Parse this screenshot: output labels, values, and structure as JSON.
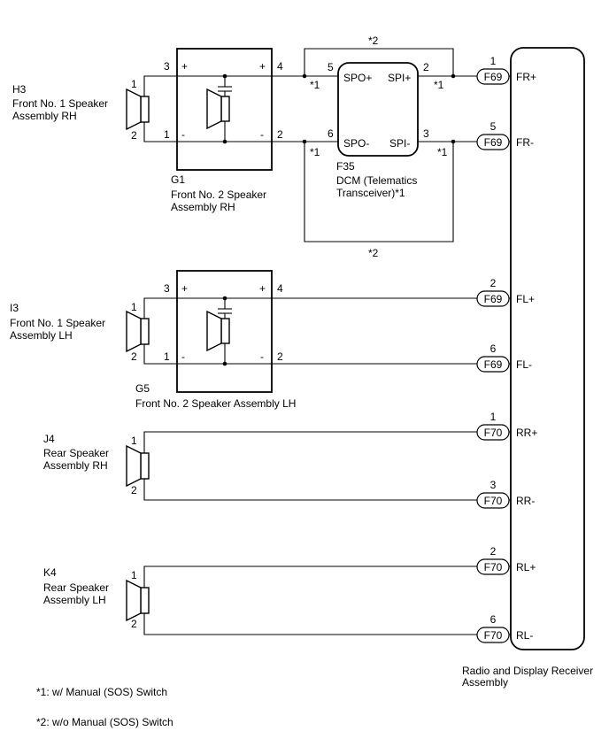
{
  "components": {
    "h3": {
      "code": "H3",
      "name_line1": "Front No. 1 Speaker",
      "name_line2": "Assembly RH",
      "pin_pos": "1",
      "pin_neg": "2"
    },
    "g1": {
      "code": "G1",
      "name_line1": "Front No. 2 Speaker",
      "name_line2": "Assembly RH",
      "pin_in_pos": "3",
      "pin_in_neg": "1",
      "pin_out_pos": "4",
      "pin_out_neg": "2",
      "sign_pos": "+",
      "sign_neg": "-"
    },
    "f35": {
      "code": "F35",
      "name_line1": "DCM (Telematics",
      "name_line2": "Transceiver)*1",
      "spo_pos": "SPO+",
      "spi_pos": "SPI+",
      "spo_neg": "SPO-",
      "spi_neg": "SPI-",
      "pin_spo_pos": "5",
      "pin_spi_pos": "2",
      "pin_spo_neg": "6",
      "pin_spi_neg": "3"
    },
    "i3": {
      "code": "I3",
      "name_line1": "Front No. 1 Speaker",
      "name_line2": "Assembly LH",
      "pin_pos": "1",
      "pin_neg": "2"
    },
    "g5": {
      "code": "G5",
      "name_line1": "Front No. 2 Speaker Assembly LH",
      "pin_in_pos": "3",
      "pin_in_neg": "1",
      "pin_out_pos": "4",
      "pin_out_neg": "2",
      "sign_pos": "+",
      "sign_neg": "-"
    },
    "j4": {
      "code": "J4",
      "name_line1": "Rear Speaker",
      "name_line2": "Assembly RH",
      "pin_pos": "1",
      "pin_neg": "2"
    },
    "k4": {
      "code": "K4",
      "name_line1": "Rear Speaker",
      "name_line2": "Assembly LH",
      "pin_pos": "1",
      "pin_neg": "2"
    },
    "receiver": {
      "name_line1": "Radio and Display Receiver",
      "name_line2": "Assembly"
    }
  },
  "receiver_pins": [
    {
      "connector": "F69",
      "pin": "1",
      "signal": "FR+"
    },
    {
      "connector": "F69",
      "pin": "5",
      "signal": "FR-"
    },
    {
      "connector": "F69",
      "pin": "2",
      "signal": "FL+"
    },
    {
      "connector": "F69",
      "pin": "6",
      "signal": "FL-"
    },
    {
      "connector": "F70",
      "pin": "1",
      "signal": "RR+"
    },
    {
      "connector": "F70",
      "pin": "3",
      "signal": "RR-"
    },
    {
      "connector": "F70",
      "pin": "2",
      "signal": "RL+"
    },
    {
      "connector": "F70",
      "pin": "6",
      "signal": "RL-"
    }
  ],
  "marks": {
    "note1": "*1",
    "note2": "*2"
  },
  "notes": [
    "*1: w/ Manual (SOS) Switch",
    "*2: w/o Manual (SOS) Switch"
  ]
}
